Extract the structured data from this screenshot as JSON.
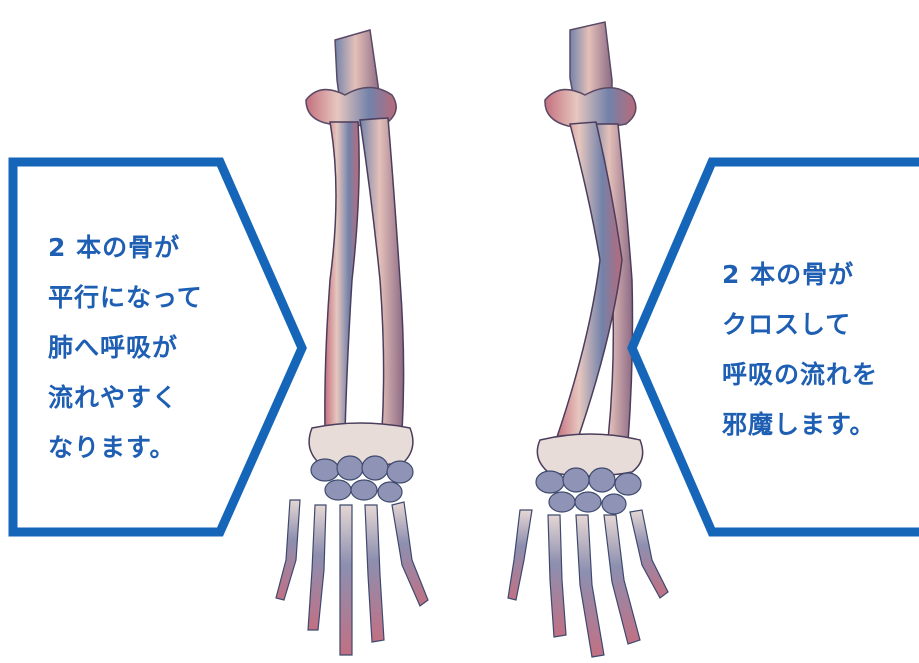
{
  "colors": {
    "accent": "#1565b8",
    "text": "#1e5fb4",
    "bone_light": "#e9c9bf",
    "bone_red": "#c96b78",
    "bone_blue": "#6f7fa6",
    "bone_dark": "#3d4a6e"
  },
  "left_callout": {
    "lines": [
      "2 本の骨が",
      "平行になって",
      "肺へ呼吸が",
      "流れやすく",
      "なります。"
    ]
  },
  "right_callout": {
    "lines": [
      "2 本の骨が",
      "クロスして",
      "呼吸の流れを",
      "邪魔します。"
    ]
  },
  "illustrations": {
    "left": "forearm-parallel-bones",
    "right": "forearm-crossed-bones"
  }
}
